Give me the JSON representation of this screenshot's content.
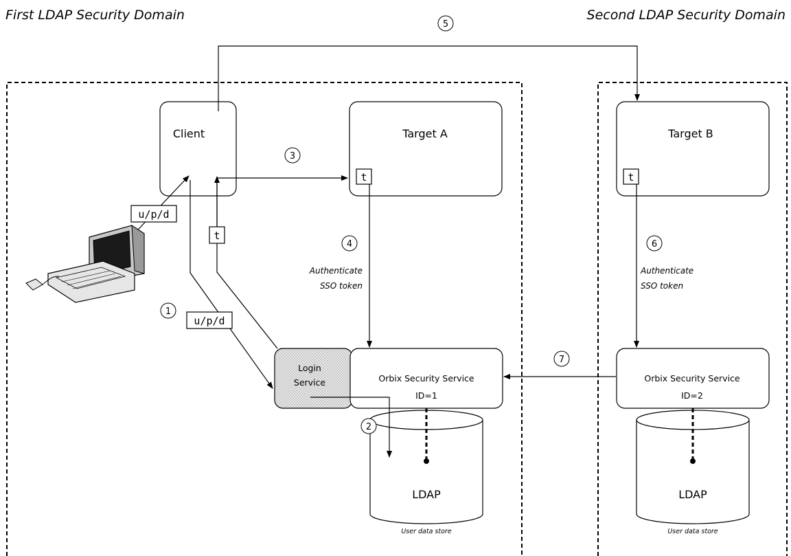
{
  "domains": {
    "first": "First LDAP Security Domain",
    "second": "Second LDAP Security Domain"
  },
  "nodes": {
    "client": "Client",
    "target_a": "Target A",
    "target_b": "Target B",
    "login_line1": "Login",
    "login_line2": "Service",
    "orbix1_name": "Orbix Security Service",
    "orbix1_id": "ID=1",
    "orbix2_name": "Orbix Security Service",
    "orbix2_id": "ID=2",
    "ldap1": "LDAP",
    "ldap1_caption": "User data store",
    "ldap2": "LDAP",
    "ldap2_caption": "User data store"
  },
  "tokens": {
    "t": "t",
    "credentials": "u/p/d"
  },
  "annotations": {
    "auth_line1": "Authenticate",
    "auth_line2": "SSO token"
  },
  "steps": [
    "1",
    "2",
    "3",
    "4",
    "5",
    "6",
    "7"
  ],
  "colors": {
    "login_fill": "#d6d6d6"
  }
}
